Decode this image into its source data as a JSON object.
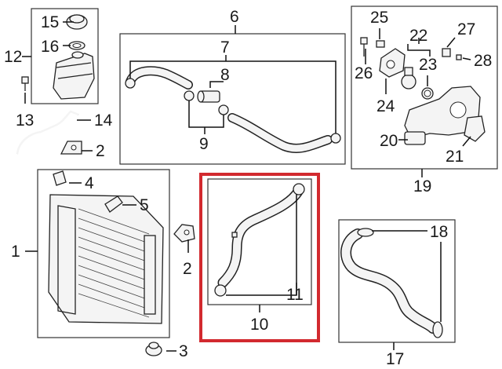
{
  "diagram": {
    "title": "",
    "highlight_color": "#d22a2f",
    "labels": {
      "n1": "1",
      "n2a": "2",
      "n2b": "2",
      "n3": "3",
      "n4": "4",
      "n5": "5",
      "n6": "6",
      "n7": "7",
      "n8": "8",
      "n9": "9",
      "n10": "10",
      "n11": "11",
      "n12": "12",
      "n13": "13",
      "n14": "14",
      "n15": "15",
      "n16": "16",
      "n17": "17",
      "n18": "18",
      "n19": "19",
      "n20": "20",
      "n21": "21",
      "n22": "22",
      "n23": "23",
      "n24": "24",
      "n25": "25",
      "n26": "26",
      "n27": "27",
      "n28": "28"
    }
  }
}
